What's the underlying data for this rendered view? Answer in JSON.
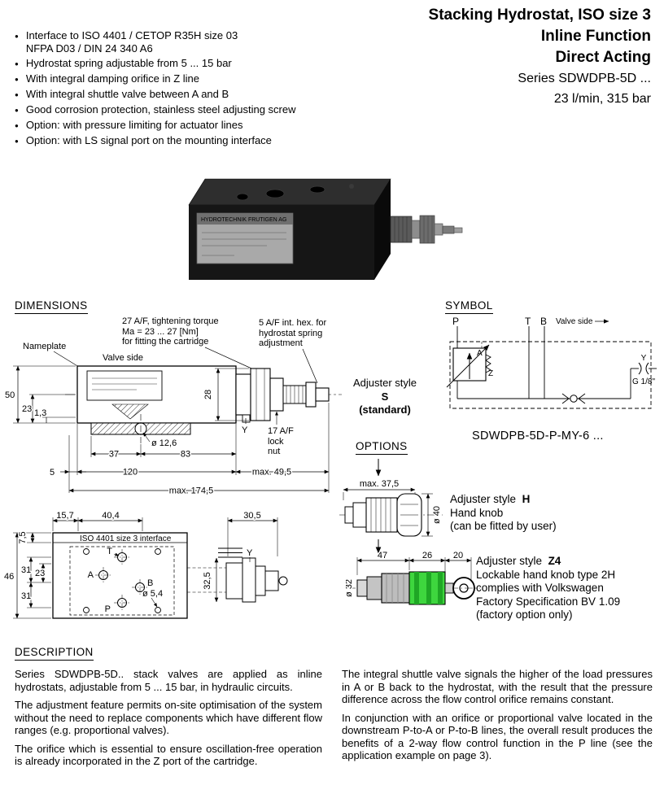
{
  "header": {
    "bullets": [
      "Interface to ISO 4401 / CETOP R35H size 03\nNFPA D03 / DIN 24 340  A6",
      "Hydrostat spring adjustable from 5 ... 15 bar",
      "With integral damping orifice in Z line",
      "With integral shuttle valve between A and B",
      "Good corrosion protection, stainless steel adjusting screw",
      "Option:  with pressure limiting for actuator lines",
      "Option:  with LS signal port on the mounting interface"
    ]
  },
  "titleblock": {
    "line1": "Stacking Hydrostat, ISO size 3",
    "line2": "Inline Function",
    "line3": "Direct Acting",
    "line4": "Series SDWDPB-5D ...",
    "line5": "23 l/min,  315 bar"
  },
  "photo": {
    "plate": "HYDROTECHNIK  FRUTIGEN  AG"
  },
  "headings": {
    "dimensions": "DIMENSIONS",
    "symbol": "SYMBOL",
    "options": "OPTIONS",
    "description": "DESCRIPTION"
  },
  "sideview": {
    "note_torque": "27 A/F, tightening torque\nMa = 23 ... 27 [Nm]\nfor fitting the cartridge",
    "note_hex": "5 A/F int. hex. for\nhydrostat spring\nadjustment",
    "nameplate": "Nameplate",
    "valve_side": "Valve side",
    "dim_50": "50",
    "dim_23": "23",
    "dim_1_3": "1,3",
    "dim_28": "28",
    "port_y": "Y",
    "locknut_note": "17 A/F\nlock\nnut",
    "dia_12_6": "ø 12,6",
    "dim_37": "37",
    "dim_83": "83",
    "dim_120": "120",
    "dim_5": "5",
    "dim_max_49_5": "max. 49,5",
    "dim_max_174_5": "max. 174,5"
  },
  "adjuster_s": {
    "label": "Adjuster style",
    "code": "S",
    "note": "(standard)"
  },
  "interface_view": {
    "dim_15_7": "15,7",
    "dim_40_4": "40,4",
    "dim_30_5": "30,5",
    "dim_7_5": "7,5",
    "iso_label": "ISO 4401 size 3 interface",
    "dim_46": "46",
    "dim_31_top": "31",
    "dim_31_bottom": "31",
    "dim_23": "23",
    "port_t": "T",
    "port_a": "A",
    "port_b": "B",
    "port_p": "P",
    "dia_5_4": "ø 5,4",
    "dim_32_5": "32,5",
    "port_y": "Y"
  },
  "option_h": {
    "dim_max_37_5": "max. 37,5",
    "dia_40": "ø 40",
    "label": "Adjuster style",
    "code": "H",
    "line2": "Hand knob",
    "line3": "(can be fitted by user)"
  },
  "option_z4": {
    "dim_47": "47",
    "dim_26": "26",
    "dim_20": "20",
    "dia_32": "ø 32",
    "label": "Adjuster style",
    "code": "Z4",
    "line2": "Lockable hand knob type 2H",
    "line3": "complies with Volkswagen",
    "line4": "Factory Specification BV 1.09",
    "line5": "(factory option only)"
  },
  "symbol": {
    "port_p": "P",
    "port_t": "T",
    "port_b": "B",
    "valve_side": "Valve side",
    "port_a": "A",
    "port_z": "Z",
    "port_y": "Y",
    "thread": "G 1/8\"",
    "model": "SDWDPB-5D-P-MY-6 ..."
  },
  "description": {
    "left": [
      "Series SDWDPB-5D.. stack valves are applied as inline hydrostats, adjustable from 5 ... 15 bar, in hydraulic circuits.",
      "The adjustment feature permits on-site optimisation of the system without the need to replace components which have different flow ranges (e.g. proportional valves).",
      "The orifice which is essential to ensure oscillation-free operation is already incorporated in the Z port of the cartridge."
    ],
    "right": [
      "The integral shuttle valve signals the higher of the load pressures in A or B back to the hydrostat, with the result that the pressure difference across the flow control orifice remains constant.",
      "In conjunction with an orifice or proportional valve located in the downstream P-to-A or P-to-B lines, the overall result produces the benefits of a 2-way flow control function in the P line  (see the application example on page 3)."
    ]
  }
}
